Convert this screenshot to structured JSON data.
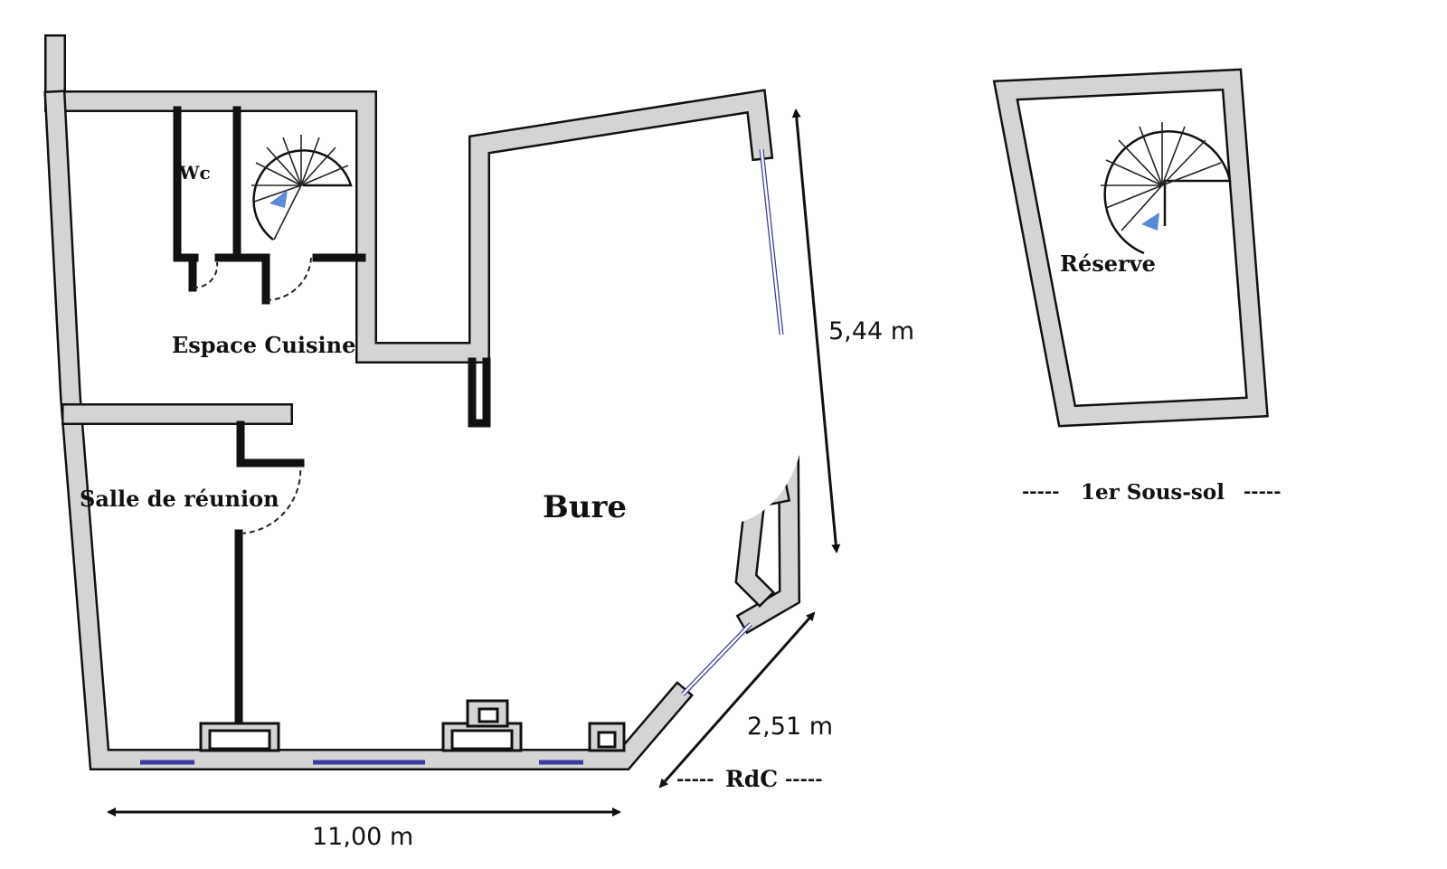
{
  "rooms": {
    "wc": "Wc",
    "kitchen": "Espace Cuisine",
    "meeting": "Salle de réunion",
    "office": "Bure",
    "storage": "Réserve"
  },
  "dimensions": {
    "height": "5,44 m",
    "diagonal": "2,51 m",
    "width": "11,00 m"
  },
  "levels": {
    "ground": "RdC",
    "ground_dashes": "-----",
    "basement": "1er Sous-sol",
    "basement_dashes": "-----"
  },
  "colors": {
    "wall": "#d4d4d4",
    "glazing": "#3a3aa0",
    "stair_arrow": "#5a8ad6"
  }
}
